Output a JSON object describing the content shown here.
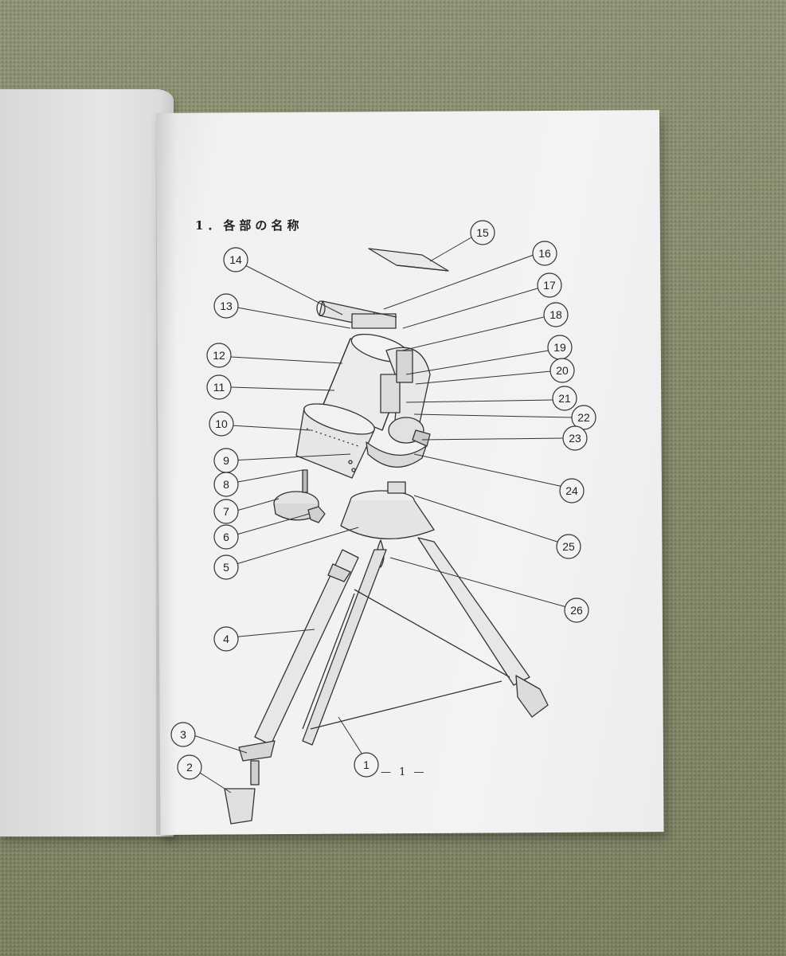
{
  "page": {
    "section_title": "1．各部の名称",
    "page_number": "— 1 —"
  },
  "callouts": [
    "1",
    "2",
    "3",
    "4",
    "5",
    "6",
    "7",
    "8",
    "9",
    "10",
    "11",
    "12",
    "13",
    "14",
    "15",
    "16",
    "17",
    "18",
    "19",
    "20",
    "21",
    "22",
    "23",
    "24",
    "25",
    "26"
  ]
}
